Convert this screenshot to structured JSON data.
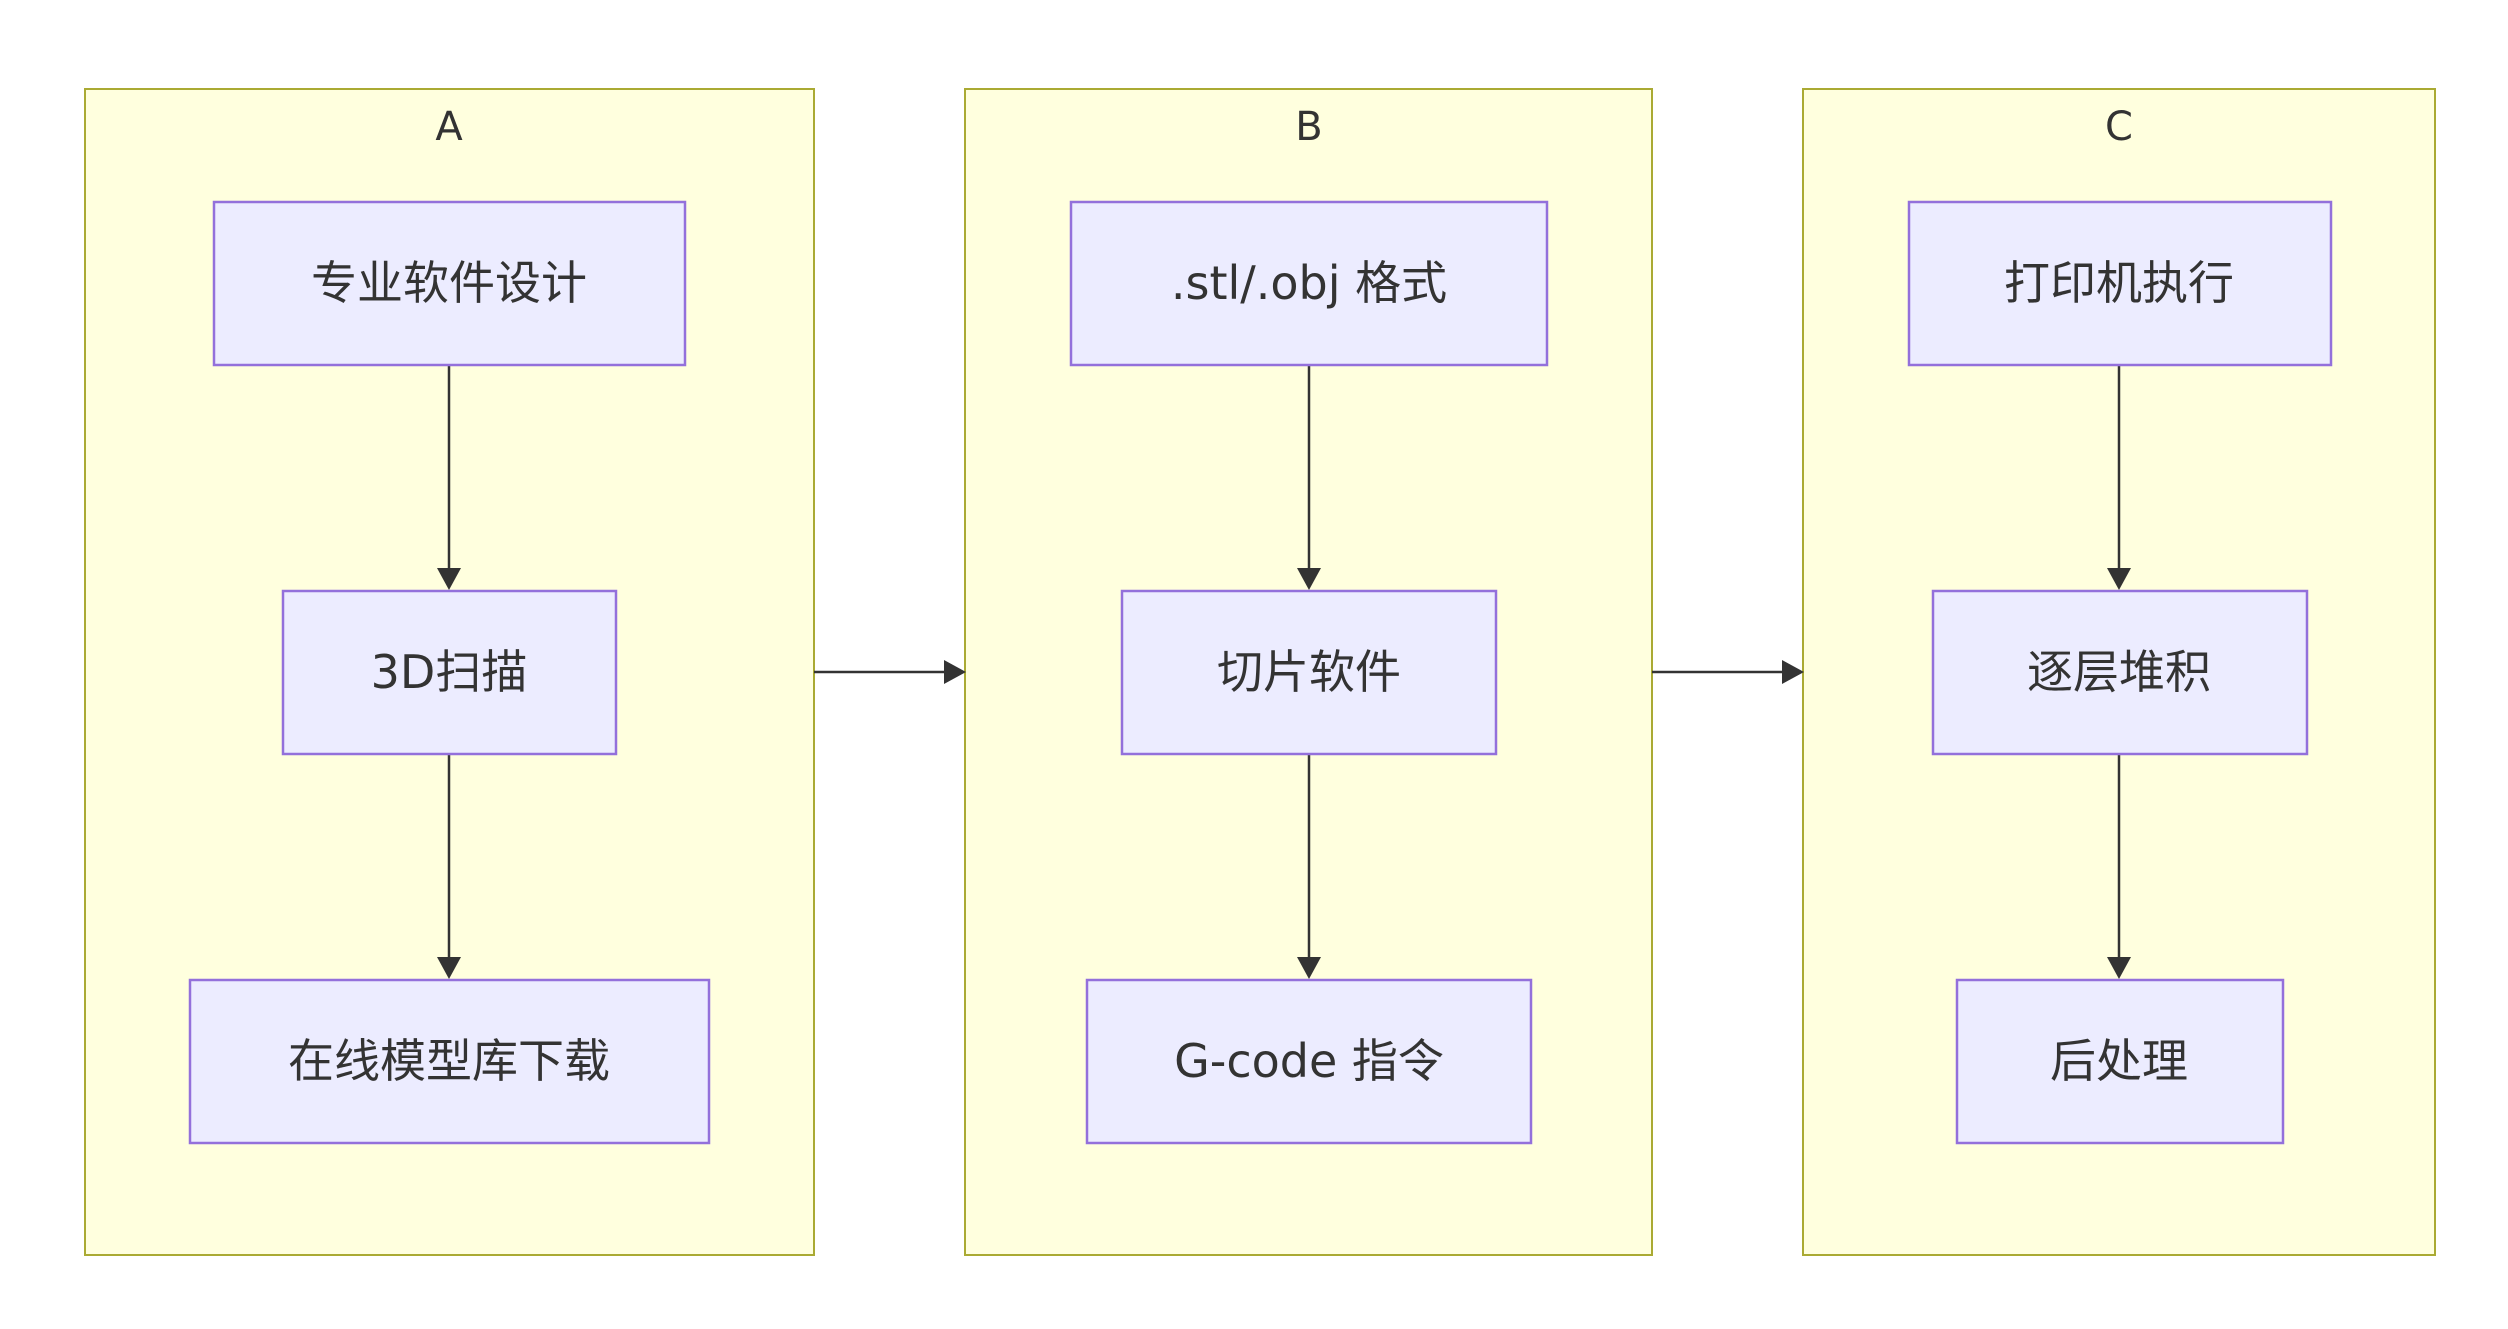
{
  "clusters": [
    {
      "label": "A",
      "nodes": [
        "专业软件设计",
        "3D扫描",
        "在线模型库下载"
      ]
    },
    {
      "label": "B",
      "nodes": [
        ".stl/.obj 格式",
        "切片软件",
        "G-code 指令"
      ]
    },
    {
      "label": "C",
      "nodes": [
        "打印机执行",
        "逐层堆积",
        "后处理"
      ]
    }
  ],
  "edges": [
    {
      "from": "专业软件设计",
      "to": "3D扫描"
    },
    {
      "from": "3D扫描",
      "to": "在线模型库下载"
    },
    {
      "from": ".stl/.obj 格式",
      "to": "切片软件"
    },
    {
      "from": "切片软件",
      "to": "G-code 指令"
    },
    {
      "from": "打印机执行",
      "to": "逐层堆积"
    },
    {
      "from": "逐层堆积",
      "to": "后处理"
    },
    {
      "from": "A",
      "to": "B"
    },
    {
      "from": "B",
      "to": "C"
    }
  ],
  "colors": {
    "cluster_fill": "#ffffde",
    "cluster_stroke": "#aaaa33",
    "node_fill": "#ececff",
    "node_stroke": "#9370db",
    "edge": "#333333",
    "text": "#333333"
  }
}
